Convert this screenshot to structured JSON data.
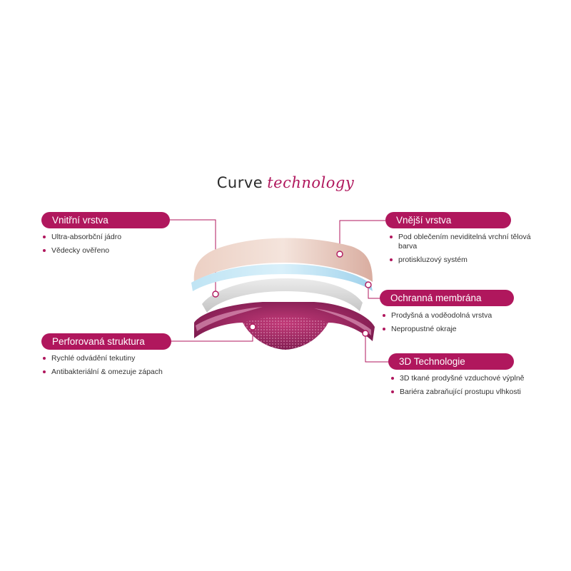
{
  "title": {
    "part1": "Curve",
    "part2": "technology"
  },
  "colors": {
    "accent": "#b0175d",
    "skin": "#e6c3b4",
    "blue": "#a8d8ef",
    "gray": "#d2d2d2",
    "magenta_dark": "#6e1645"
  },
  "layers": {
    "inner": {
      "label": "Vnitřní vrstva",
      "bullets": [
        "Ultra-absorbční jádro",
        "Vědecky ověřeno"
      ]
    },
    "perforated": {
      "label": "Perforovaná struktura",
      "bullets": [
        "Rychlé odvádění tekutiny",
        "Antibakteriální & omezuje zápach"
      ]
    },
    "outer": {
      "label": "Vnější vrstva",
      "bullets": [
        "Pod oblečením neviditelná vrchní tělová barva",
        "protiskluzový systém"
      ]
    },
    "membrane": {
      "label": "Ochranná membrána",
      "bullets": [
        "Prodyšná a voděodolná vrstva",
        "Nepropustné okraje"
      ]
    },
    "tech3d": {
      "label": "3D Technologie",
      "bullets": [
        "3D tkané prodyšné vzduchové výplně",
        "Bariéra zabraňující prostupu vlhkosti"
      ]
    }
  }
}
